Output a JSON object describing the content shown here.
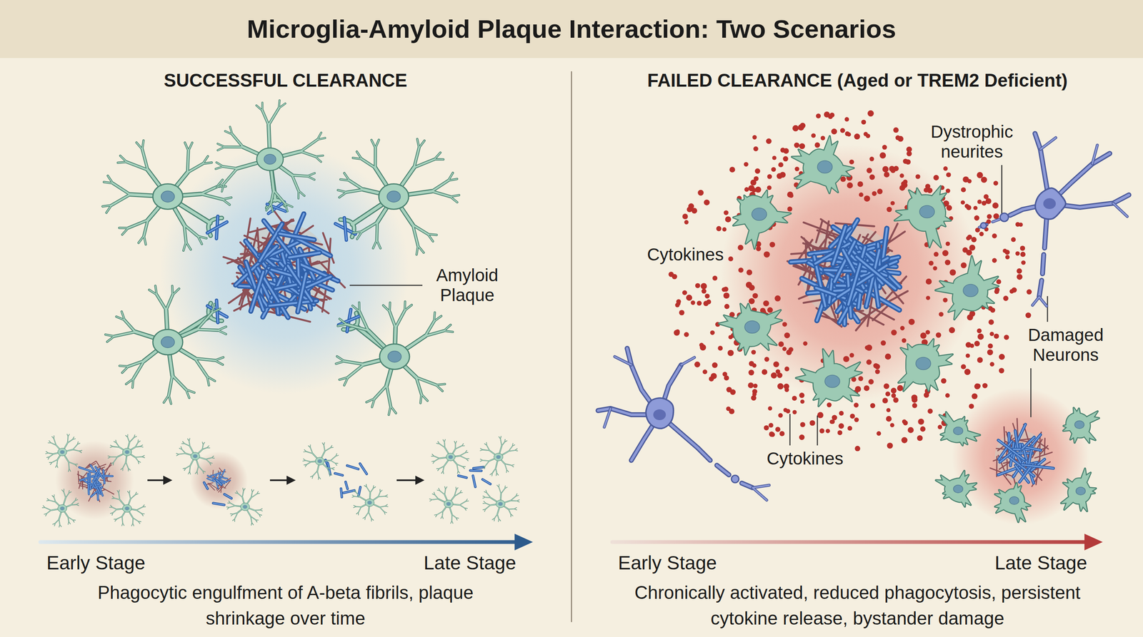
{
  "diagram": {
    "title": "Microglia-Amyloid Plaque Interaction: Two Scenarios",
    "nodes": [
      {
        "text": [
          "SUCCESSFUL CLEARANCE",
          "Phagocytic engulfment of A-beta fibrils, plaque shrinkage over time"
        ]
      },
      {
        "text": [
          "FAILED CLEARANCE (Aged or TREM2 Deficient)",
          "Chronically activated, reduced phagocytosis, persistent cytokine release, bystander damage"
        ]
      }
    ],
    "labels": [
      "Amyloid Plaque",
      "Early Stage",
      "Late Stage",
      "Cytokines",
      "Dystrophic neurites",
      "Cytokines",
      "Damaged Neurons",
      "Early Stage",
      "Late Stage"
    ]
  }
}
